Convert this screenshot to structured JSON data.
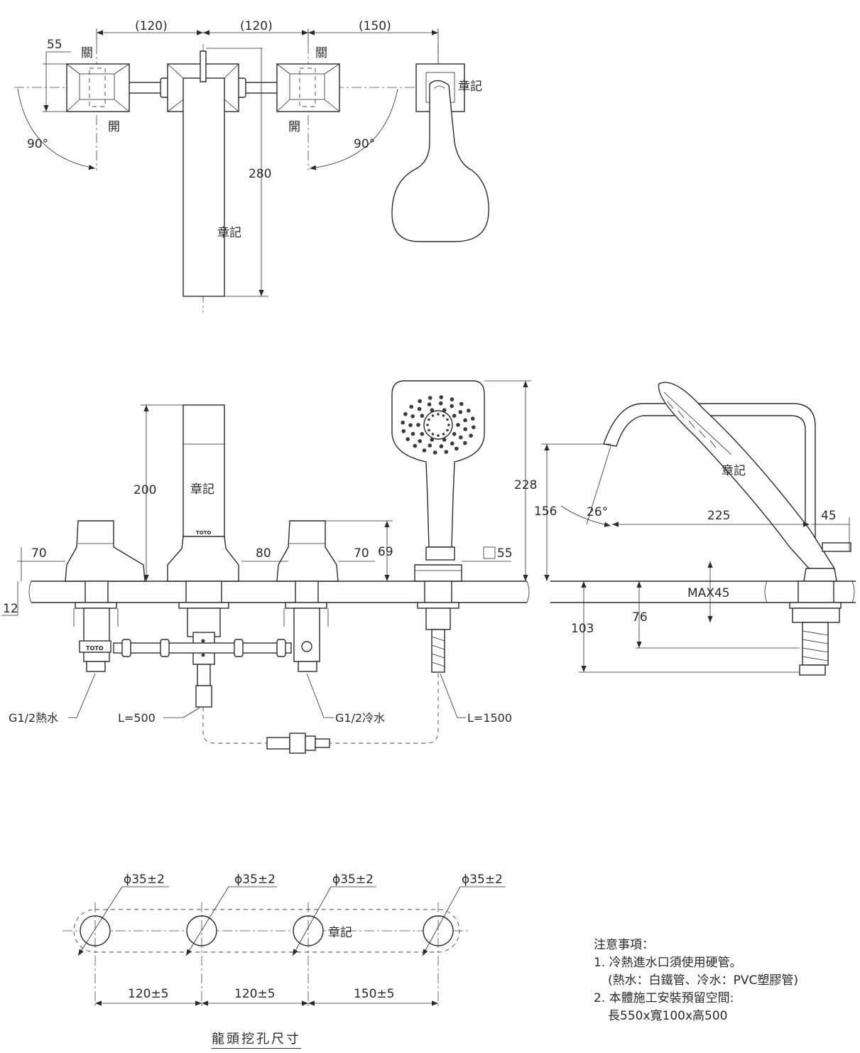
{
  "top_view": {
    "dims": {
      "span_left": "(120)",
      "span_mid": "(120)",
      "span_right": "(150)",
      "handle_offset": "55",
      "spout_length": "280"
    },
    "angle_left": "90°",
    "angle_right": "90°",
    "label_close_left": "關",
    "label_open_left": "開",
    "label_close_right": "關",
    "label_open_right": "開",
    "brand_mark_spout": "章記",
    "brand_mark_shower": "章記"
  },
  "front_view": {
    "dims": {
      "spout_height": "200",
      "shower_height": "228",
      "handle_h": "69",
      "base_left": "70",
      "base_mid": "80",
      "base_right": "70",
      "shower_base": "55",
      "deck": "12"
    },
    "brand_mark": "章記",
    "logo": "TOTO",
    "callouts": {
      "hot": "G1/2熱水",
      "hose_short": "L=500",
      "cold": "G1/2冷水",
      "hose_long": "L=1500"
    }
  },
  "side_view": {
    "dims": {
      "holder_height": "156",
      "angle": "26°",
      "reach": "225",
      "tail": "45",
      "deck_max": "MAX45",
      "under_76": "76",
      "under_103": "103"
    },
    "brand_mark": "章記"
  },
  "hole_view": {
    "hole_dia": [
      "ϕ35±2",
      "ϕ35±2",
      "ϕ35±2",
      "ϕ35±2"
    ],
    "spacing": [
      "120±5",
      "120±5",
      "150±5"
    ],
    "brand_mark": "章記",
    "caption": "龍頭挖孔尺寸"
  },
  "notes": {
    "heading": "注意事項：",
    "line1": "1. 冷熱進水口須使用硬管。",
    "line2": "(熱水：白鐵管、冷水：PVC塑膠管)",
    "line3": "2. 本體施工安裝預留空間:",
    "line4": "長550x寬100x高500"
  }
}
